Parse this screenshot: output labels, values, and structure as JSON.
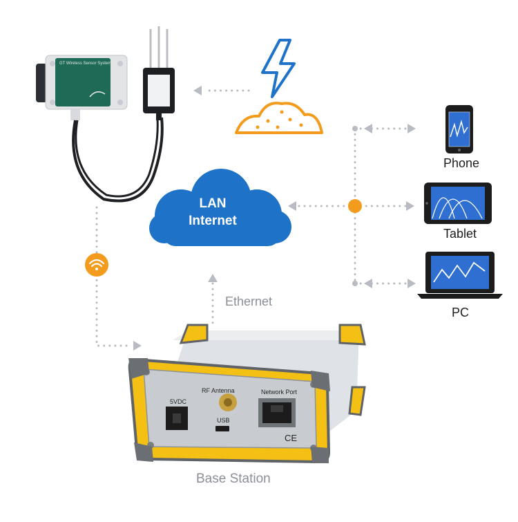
{
  "cloud": {
    "line1": "LAN",
    "line2": "Internet"
  },
  "devices": {
    "phone": "Phone",
    "tablet": "Tablet",
    "pc": "PC"
  },
  "connection": {
    "ethernet": "Ethernet"
  },
  "base_station": {
    "title": "Base Station",
    "rf_antenna": "RF Antenna",
    "network_port": "Network Port",
    "power_jack": "5VDC",
    "usb": "USB",
    "ce_mark": "CE"
  },
  "sensor_box": {
    "title": "GT Wireless Sensor System"
  },
  "colors": {
    "cloud": "#1e73c8",
    "accent_orange": "#f29b1d",
    "lightning": "#1e73c8",
    "base_frame": "#f3c013",
    "dots": "#b8bcc2"
  }
}
